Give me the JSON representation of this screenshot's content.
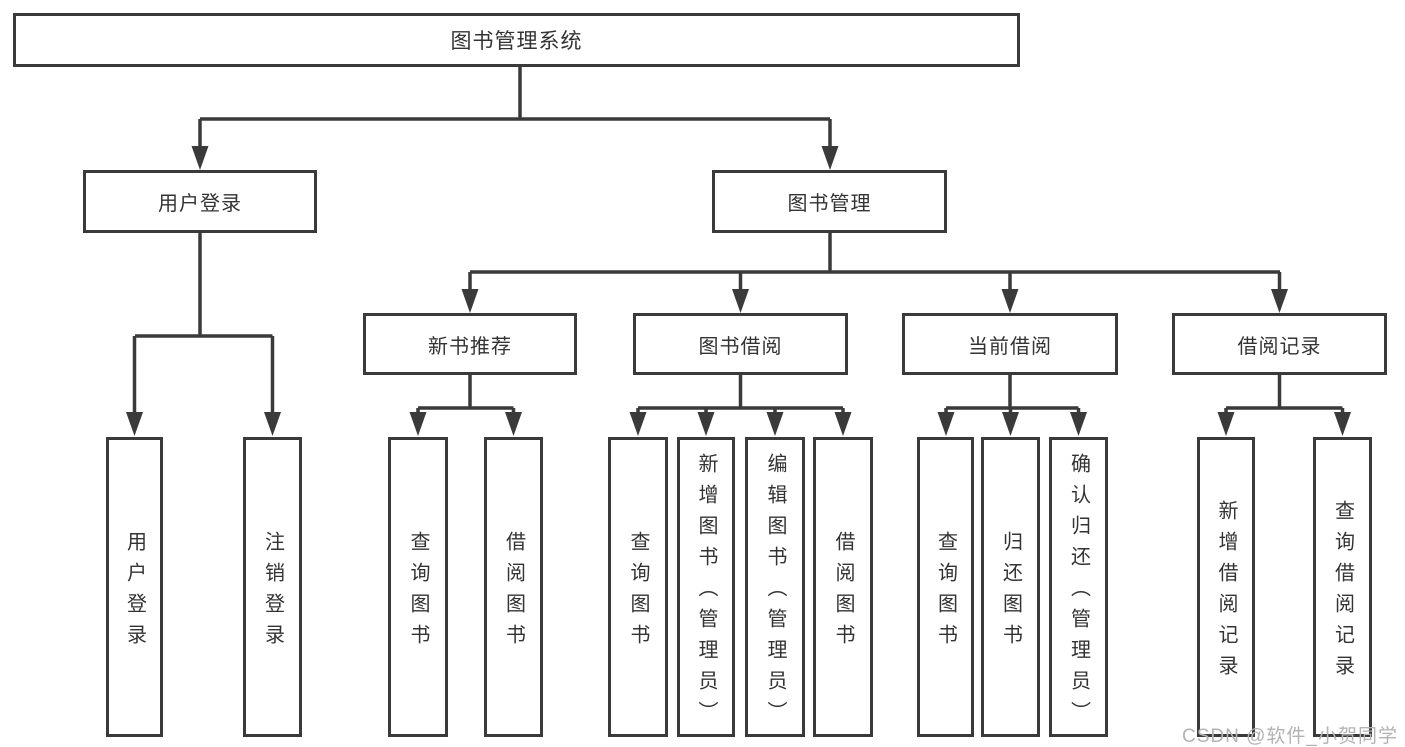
{
  "tree": {
    "label": "图书管理系统",
    "children": [
      {
        "label": "用户登录",
        "children": [
          {
            "label": "用户登录"
          },
          {
            "label": "注销登录"
          }
        ]
      },
      {
        "label": "图书管理",
        "children": [
          {
            "label": "新书推荐",
            "children": [
              {
                "label": "查询图书"
              },
              {
                "label": "借阅图书"
              }
            ]
          },
          {
            "label": "图书借阅",
            "children": [
              {
                "label": "查询图书"
              },
              {
                "label": "新增图书（管理员）"
              },
              {
                "label": "编辑图书（管理员）"
              },
              {
                "label": "借阅图书"
              }
            ]
          },
          {
            "label": "当前借阅",
            "children": [
              {
                "label": "查询图书"
              },
              {
                "label": "归还图书"
              },
              {
                "label": "确认归还（管理员）"
              }
            ]
          },
          {
            "label": "借阅记录",
            "children": [
              {
                "label": "新增借阅记录"
              },
              {
                "label": "查询借阅记录"
              }
            ]
          }
        ]
      }
    ]
  },
  "watermark": {
    "text": "CSDN @软件_小贺同学"
  },
  "colors": {
    "line": "#3a3a3a",
    "text": "#333333",
    "watermark": "#b3b3b3",
    "background": "#ffffff"
  }
}
